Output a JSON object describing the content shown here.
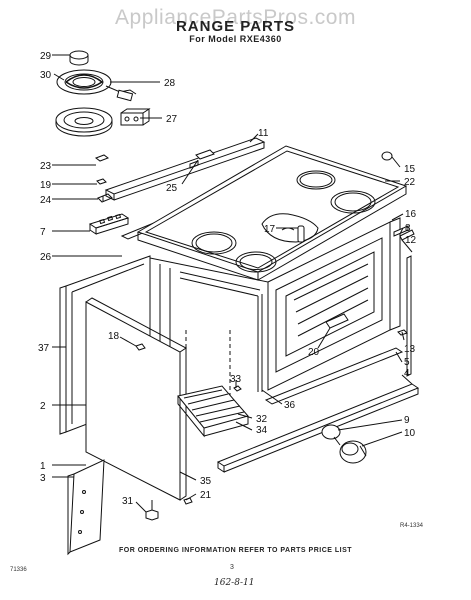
{
  "watermark": "AppliancePartsPros.com",
  "title": "RANGE PARTS",
  "subtitle": "For Model RXE4360",
  "footer": "FOR ORDERING INFORMATION REFER TO PARTS PRICE LIST",
  "page_number": "3",
  "left_code": "71336",
  "drawing_code": "R4-1334",
  "handwritten_note": "162-8-11",
  "callouts": [
    "29",
    "30",
    "28",
    "27",
    "11",
    "23",
    "19",
    "24",
    "25",
    "15",
    "22",
    "7",
    "17",
    "16",
    "8",
    "12",
    "26",
    "18",
    "37",
    "20",
    "13",
    "5",
    "4",
    "33",
    "2",
    "36",
    "32",
    "34",
    "9",
    "10",
    "1",
    "3",
    "35",
    "21",
    "31"
  ]
}
